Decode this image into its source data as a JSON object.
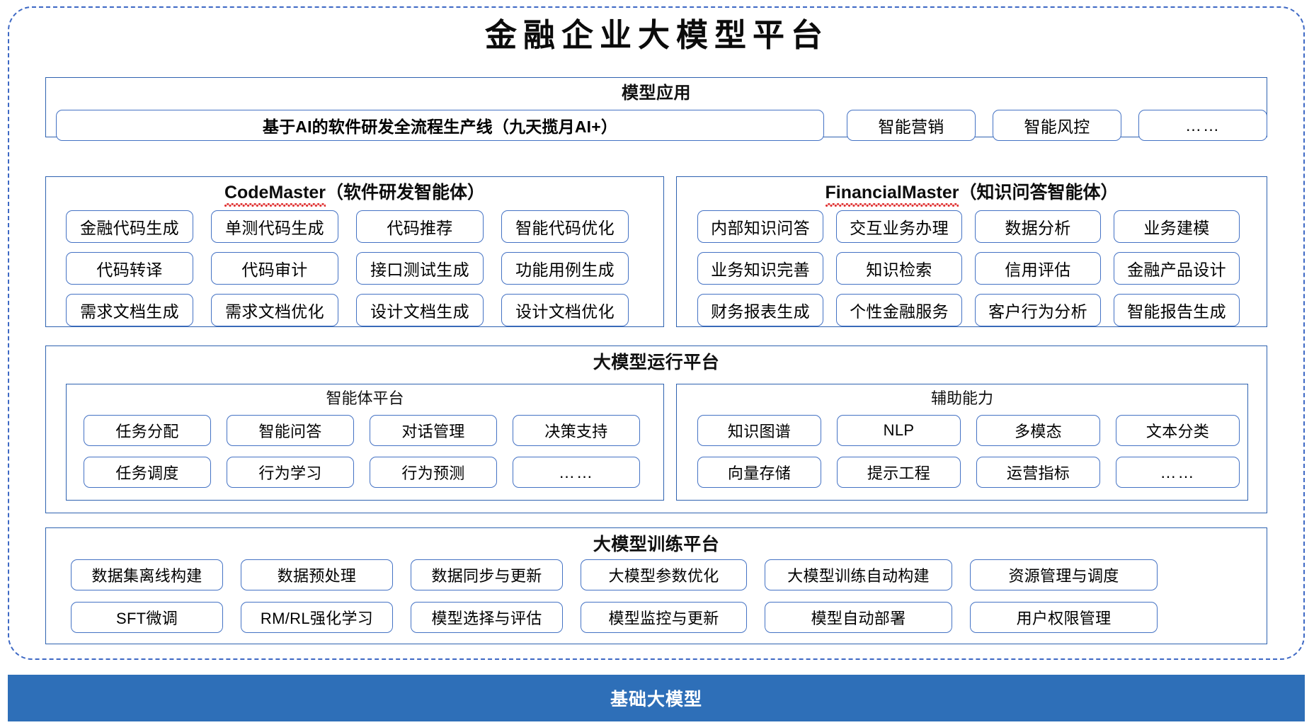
{
  "title": "金融企业大模型平台",
  "base_bar": {
    "label": "基础大模型",
    "color": "#2E6FB8"
  },
  "theme": {
    "dashed_border": "#3D68C4",
    "panel_border": "#2E62B0",
    "chip_border": "#4472C4",
    "spellcheck_squiggle": "#E03131"
  },
  "sections": {
    "model_application": {
      "title": "模型应用",
      "items": [
        "基于AI的软件研发全流程生产线（九天揽月AI+）",
        "智能营销",
        "智能风控",
        "……"
      ]
    },
    "code_master": {
      "name": "CodeMaster",
      "suffix": "（软件研发智能体）",
      "items": [
        "金融代码生成",
        "单测代码生成",
        "代码推荐",
        "智能代码优化",
        "代码转译",
        "代码审计",
        "接口测试生成",
        "功能用例生成",
        "需求文档生成",
        "需求文档优化",
        "设计文档生成",
        "设计文档优化"
      ]
    },
    "financial_master": {
      "name": "FinancialMaster",
      "suffix": "（知识问答智能体）",
      "items": [
        "内部知识问答",
        "交互业务办理",
        "数据分析",
        "业务建模",
        "业务知识完善",
        "知识检索",
        "信用评估",
        "金融产品设计",
        "财务报表生成",
        "个性金融服务",
        "客户行为分析",
        "智能报告生成"
      ]
    },
    "runtime_platform": {
      "title": "大模型运行平台",
      "agent_platform": {
        "title": "智能体平台",
        "items": [
          "任务分配",
          "智能问答",
          "对话管理",
          "决策支持",
          "任务调度",
          "行为学习",
          "行为预测",
          "……"
        ]
      },
      "assist_capability": {
        "title": "辅助能力",
        "items": [
          "知识图谱",
          "NLP",
          "多模态",
          "文本分类",
          "向量存储",
          "提示工程",
          "运营指标",
          "……"
        ]
      }
    },
    "training_platform": {
      "title": "大模型训练平台",
      "items": [
        "数据集离线构建",
        "数据预处理",
        "数据同步与更新",
        "大模型参数优化",
        "大模型训练自动构建",
        "资源管理与调度",
        "SFT微调",
        "RM/RL强化学习",
        "模型选择与评估",
        "模型监控与更新",
        "模型自动部署",
        "用户权限管理"
      ]
    }
  }
}
